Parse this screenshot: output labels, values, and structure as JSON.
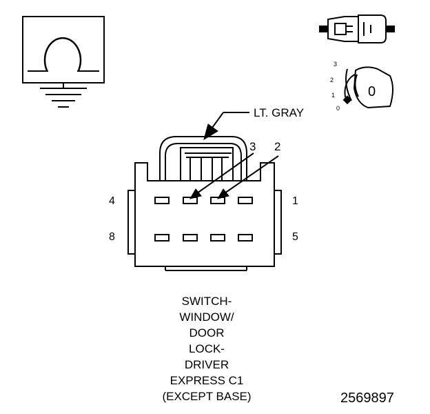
{
  "wire_color_label": "LT. GRAY",
  "terminal_numbers": {
    "t1": "1",
    "t2": "2",
    "t3": "3",
    "t4": "4",
    "t5": "5",
    "t8": "8"
  },
  "key_position": {
    "label": "0",
    "marks": [
      "3",
      "2",
      "1",
      "0"
    ]
  },
  "connector_description": [
    "SWITCH-",
    "WINDOW/",
    "DOOR",
    "LOCK-",
    "DRIVER",
    "EXPRESS C1",
    "(EXCEPT BASE)"
  ],
  "figure_number": "2569897",
  "icons": [
    "ground-symbol-icon",
    "connector-side-view-icon",
    "key-position-icon"
  ]
}
